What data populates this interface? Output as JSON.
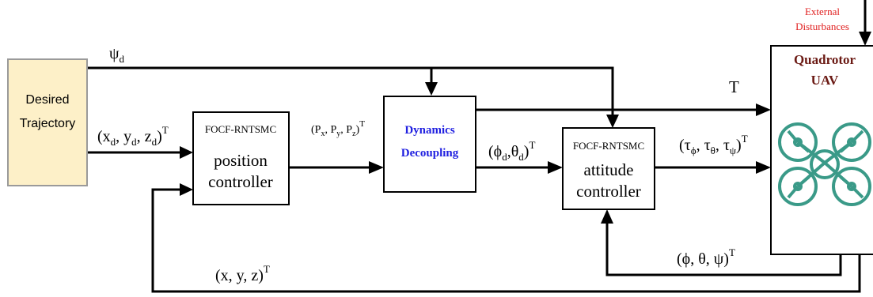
{
  "colors": {
    "desired_box_fill": "#fdf0c8",
    "desired_box_border": "#9a9a9a",
    "dynamics_label": "#1f1fe0",
    "uav_title": "#6b1a14",
    "external_label": "#e02020",
    "drone_icon": "#3a9a88"
  },
  "blocks": {
    "desired": {
      "line1": "Desired",
      "line2": "Trajectory"
    },
    "position": {
      "tag": "FOCF-RNTSMC",
      "line1": "position",
      "line2": "controller"
    },
    "dynamics": {
      "line1": "Dynamics",
      "line2": "Decoupling"
    },
    "attitude": {
      "tag": "FOCF-RNTSMC",
      "line1": "attitude",
      "line2": "controller"
    },
    "uav": {
      "line1": "Quadrotor",
      "line2": "UAV",
      "icon": "quadrotor-icon"
    }
  },
  "external": {
    "line1": "External",
    "line2": "Disturbances"
  },
  "signals": {
    "psi_d": {
      "main": "ψ",
      "sub": "d"
    },
    "xyz_d": {
      "open": "(",
      "x": "x",
      "x_sub": "d",
      "sep1": ", ",
      "y": "y",
      "y_sub": "d",
      "sep2": ", ",
      "z": "z",
      "z_sub": "d",
      "close": ")",
      "sup": "T"
    },
    "p": {
      "open": "(",
      "px": "P",
      "px_sub": "x",
      "sep1": ", ",
      "py": "P",
      "py_sub": "y",
      "sep2": ", ",
      "pz": "P",
      "pz_sub": "z",
      "close": ")",
      "sup": "T"
    },
    "thrust": "T",
    "phi_theta_d": {
      "open": "(",
      "phi": "ϕ",
      "phi_sub": "d",
      "sep": ",",
      "theta": "θ",
      "theta_sub": "d",
      "close": ")",
      "sup": "T"
    },
    "tau": {
      "open": "(",
      "t1": "τ",
      "t1_sub": "ϕ",
      "sep1": ", ",
      "t2": "τ",
      "t2_sub": "θ",
      "sep2": ", ",
      "t3": "τ",
      "t3_sub": "ψ",
      "close": ")",
      "sup": "T"
    },
    "attitude_fb": {
      "text": "(ϕ, θ, ψ)",
      "sup": "T"
    },
    "position_fb": {
      "text": "(x, y, z)",
      "sup": "T"
    }
  }
}
